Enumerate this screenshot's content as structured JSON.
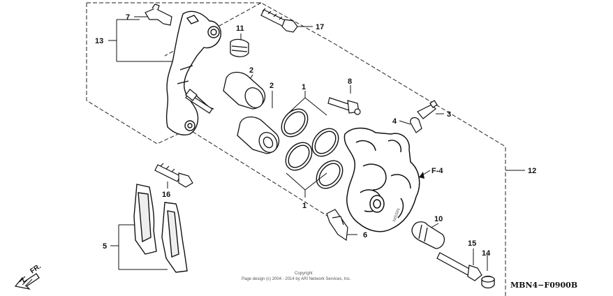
{
  "diagram": {
    "code": "MBN4−F0900B",
    "direction_label": "FR.",
    "section_ref": "F-4",
    "copyright_line1": "Copyright",
    "copyright_line2": "Page design (c) 2004 - 2014 by ARI Network Services, Inc.",
    "caliper_marking": "NISSIN"
  },
  "callouts": [
    "1",
    "1",
    "2",
    "2",
    "3",
    "4",
    "5",
    "6",
    "7",
    "8",
    "10",
    "11",
    "12",
    "13",
    "14",
    "15",
    "16",
    "17"
  ]
}
